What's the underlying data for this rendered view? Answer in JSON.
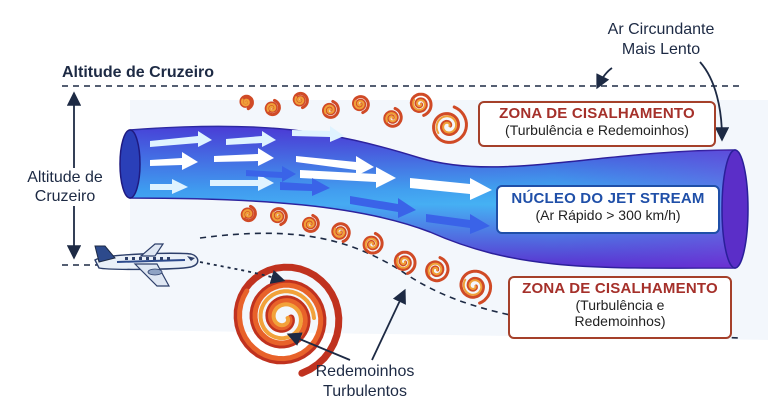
{
  "labels": {
    "cruise_altitude_top": "Altitude de Cruzeiro",
    "cruise_altitude_side": [
      "Altitude de",
      "Cruzeiro"
    ],
    "slower_air": [
      "Ar Circundante",
      "Mais Lento"
    ],
    "eddies": [
      "Redemoinhos",
      "Turbulentos"
    ]
  },
  "boxes": {
    "shear_top": {
      "title": "ZONA DE CISALHAMENTO",
      "subtitle": "(Turbulência e Redemoinhos)"
    },
    "core": {
      "title": "NÚCLEO DO JET STREAM",
      "subtitle": "(Ar Rápido > 300 km/h)"
    },
    "shear_bottom": {
      "title": "ZONA DE CISALHAMENTO",
      "subtitle_lines": [
        "(Turbulência e",
        "Redemoinhos)"
      ]
    }
  },
  "colors": {
    "shear_accent": "#a5302a",
    "core_accent": "#1f4fa8",
    "text_dark": "#1d2a44",
    "tube_dark": "#3a2cc8",
    "tube_light": "#3fb0f2"
  }
}
